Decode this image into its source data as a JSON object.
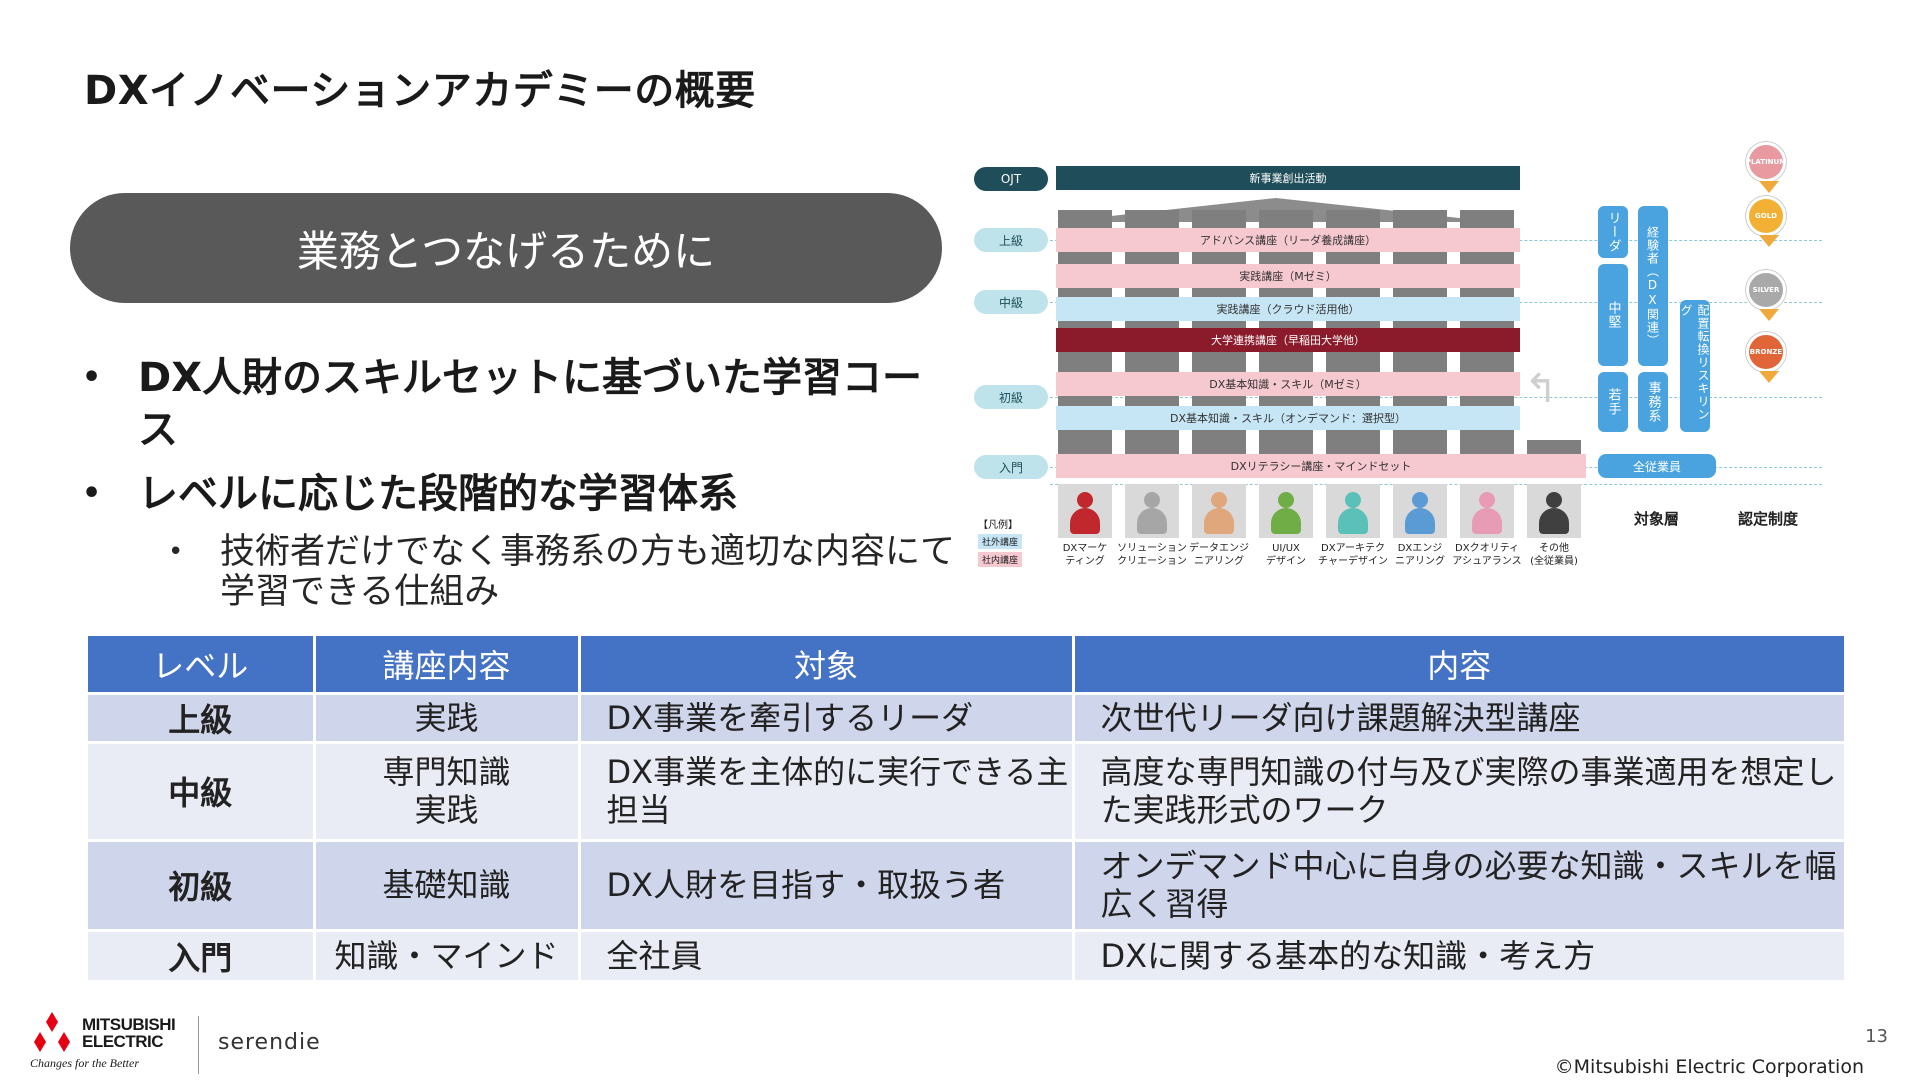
{
  "title": "DXイノベーションアカデミーの概要",
  "pill_text": "業務とつなげるために",
  "bullets": {
    "b1": "DX人財のスキルセットに基づいた学習コース",
    "b2": "レベルに応じた段階的な学習体系",
    "sub": "技術者だけでなく事務系の方も適切な内容にて学習できる仕組み"
  },
  "diagram": {
    "levels": [
      "OJT",
      "上級",
      "中級",
      "初級",
      "入門"
    ],
    "bars": {
      "ojt": "新事業創出活動",
      "advanced": "アドバンス講座（リーダ養成講座）",
      "practice1": "実践講座（Mゼミ）",
      "practice2": "実践講座（クラウド活用他）",
      "university": "大学連携講座（早稲田大学他）",
      "basic1": "DX基本知識・スキル（Mゼミ）",
      "basic2": "DX基本知識・スキル（オンデマンド：選択型）",
      "literacy": "DXリテラシー講座・マインドセット"
    },
    "legend": {
      "title": "【凡例】",
      "external": "社外講座",
      "internal": "社内講座"
    },
    "roles": [
      {
        "label": "DXマーケティング",
        "l1": "DXマーケ",
        "l2": "ティング",
        "color": "#c0282d"
      },
      {
        "label": "ソリューションクリエーション",
        "l1": "ソリューション",
        "l2": "クリエーション",
        "color": "#a6a6a6"
      },
      {
        "label": "データエンジニアリング",
        "l1": "データエンジ",
        "l2": "ニアリング",
        "color": "#e0a77c"
      },
      {
        "label": "UI/UXデザイン",
        "l1": "UI/UX",
        "l2": "デザイン",
        "color": "#70ad47"
      },
      {
        "label": "DXアーキテクチャーデザイン",
        "l1": "DXアーキテク",
        "l2": "チャーデザイン",
        "color": "#5bc0b8"
      },
      {
        "label": "DXエンジニアリング",
        "l1": "DXエンジ",
        "l2": "ニアリング",
        "color": "#5b9bd5"
      },
      {
        "label": "DXクオリティアシュアランス",
        "l1": "DXクオリティ",
        "l2": "アシュアランス",
        "color": "#e89bb5"
      },
      {
        "label": "その他（全従業員）",
        "l1": "その他",
        "l2": "(全従業員)",
        "color": "#404040"
      }
    ],
    "tags": {
      "leader": "リーダ",
      "mid": "中堅",
      "young": "若手",
      "experienced": "経験者（DX関連）",
      "office": "事務系",
      "reskill": "配置転換リスキリング",
      "all": "全従業員"
    },
    "medals": [
      {
        "name": "PLATINUM",
        "color": "#e89aa0"
      },
      {
        "name": "GOLD",
        "color": "#f2b134"
      },
      {
        "name": "SILVER",
        "color": "#a9a9a9"
      },
      {
        "name": "BRONZE",
        "color": "#e0663a"
      }
    ],
    "caption_target": "対象層",
    "caption_cert": "認定制度"
  },
  "table": {
    "headers": [
      "レベル",
      "講座内容",
      "対象",
      "内容"
    ],
    "rows": [
      {
        "level": "上級",
        "kind": "実践",
        "target": "DX事業を牽引するリーダ",
        "desc": "次世代リーダ向け課題解決型講座"
      },
      {
        "level": "中級",
        "kind_1": "専門知識",
        "kind_2": "実践",
        "target": "DX事業を主体的に実行できる主担当",
        "desc": "高度な専門知識の付与及び実際の事業適用を想定した実践形式のワーク"
      },
      {
        "level": "初級",
        "kind": "基礎知識",
        "target": "DX人財を目指す・取扱う者",
        "desc": "オンデマンド中心に自身の必要な知識・スキルを幅広く習得"
      },
      {
        "level": "入門",
        "kind": "知識・マインド",
        "target": "全社員",
        "desc": "DXに関する基本的な知識・考え方"
      }
    ]
  },
  "footer": {
    "company_1": "MITSUBISHI",
    "company_2": "ELECTRIC",
    "slogan": "Changes for the Better",
    "brand": "serendie",
    "page": "13",
    "copyright": "©Mitsubishi Electric Corporation"
  }
}
